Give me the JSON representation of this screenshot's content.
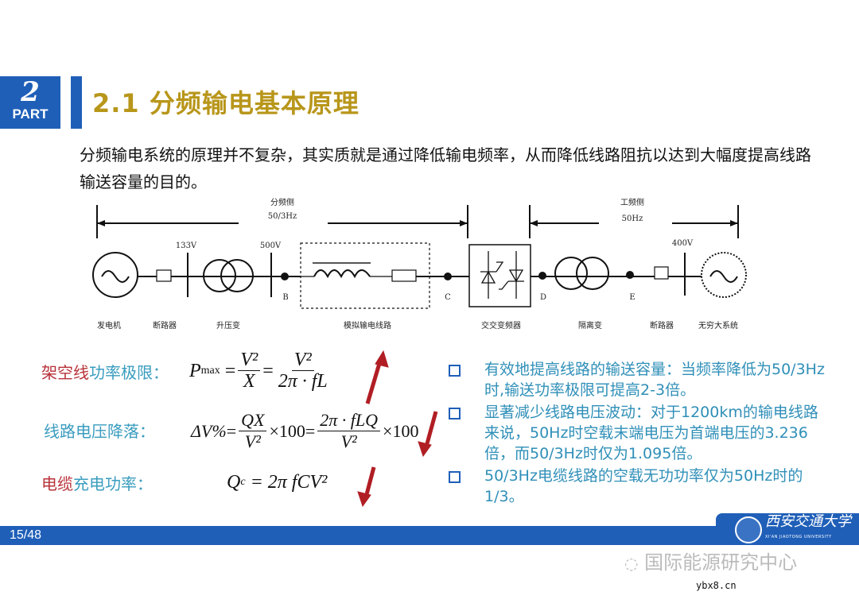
{
  "header": {
    "part_number": "2",
    "part_label": "PART",
    "title": "2.1  分频输电基本原理"
  },
  "intro": "分频输电系统的原理并不复杂，其实质就是通过降低输电频率，从而降低线路阻抗以达到大幅度提高线路输送容量的目的。",
  "diagram": {
    "left_side_label": "分频侧",
    "left_freq": "50/3Hz",
    "right_side_label": "工频侧",
    "right_freq": "50Hz",
    "voltages": [
      "133V",
      "500V",
      "400V"
    ],
    "nodes": [
      "B",
      "C",
      "D",
      "E"
    ],
    "components": [
      "发电机",
      "断路器",
      "升压变",
      "模拟输电线路",
      "交交变频器",
      "隔离变",
      "断路器",
      "无穷大系统"
    ]
  },
  "formulas": [
    {
      "label_a": "架空线",
      "label_b": "功率极限：",
      "lhs": "P",
      "lhs_sub": "max",
      "n1": "V²",
      "d1": "X",
      "n2": "V²",
      "d2": "2π · fL",
      "trend": "up"
    },
    {
      "label": "线路电压降落：",
      "lhs": "ΔV%",
      "n1": "QX",
      "d1": "V²",
      "mult": "×100",
      "n2": "2π · fLQ",
      "d2": "V²",
      "trend": "down"
    },
    {
      "label_a": "电缆",
      "label_b": "充电功率：",
      "expr": "Q",
      "expr_sub": "c",
      "rhs": "= 2π fCV²",
      "trend": "down"
    }
  ],
  "bullets": [
    "有效地提高线路的输送容量：当频率降低为50/3Hz时,输送功率极限可提高2-3倍。",
    "显著减少线路电压波动：对于1200km的输电线路来说，50Hz时空载末端电压为首端电压的3.236倍，而50/3Hz时仅为1.095倍。",
    "50/3Hz电缆线路的空载无功功率仅为50Hz时的1/3。"
  ],
  "footer": {
    "page": "15/48",
    "university": "西安交通大学",
    "university_en": "XI'AN JIAOTONG UNIVERSITY"
  },
  "watermark": {
    "text": "国际能源研究中心",
    "url": "ybx8.cn"
  },
  "colors": {
    "brand_blue": "#1f5fb8",
    "title_gold": "#b8961a",
    "label_red": "#b8323a",
    "label_teal": "#3a9cbf",
    "arrow_red": "#b01e24"
  }
}
